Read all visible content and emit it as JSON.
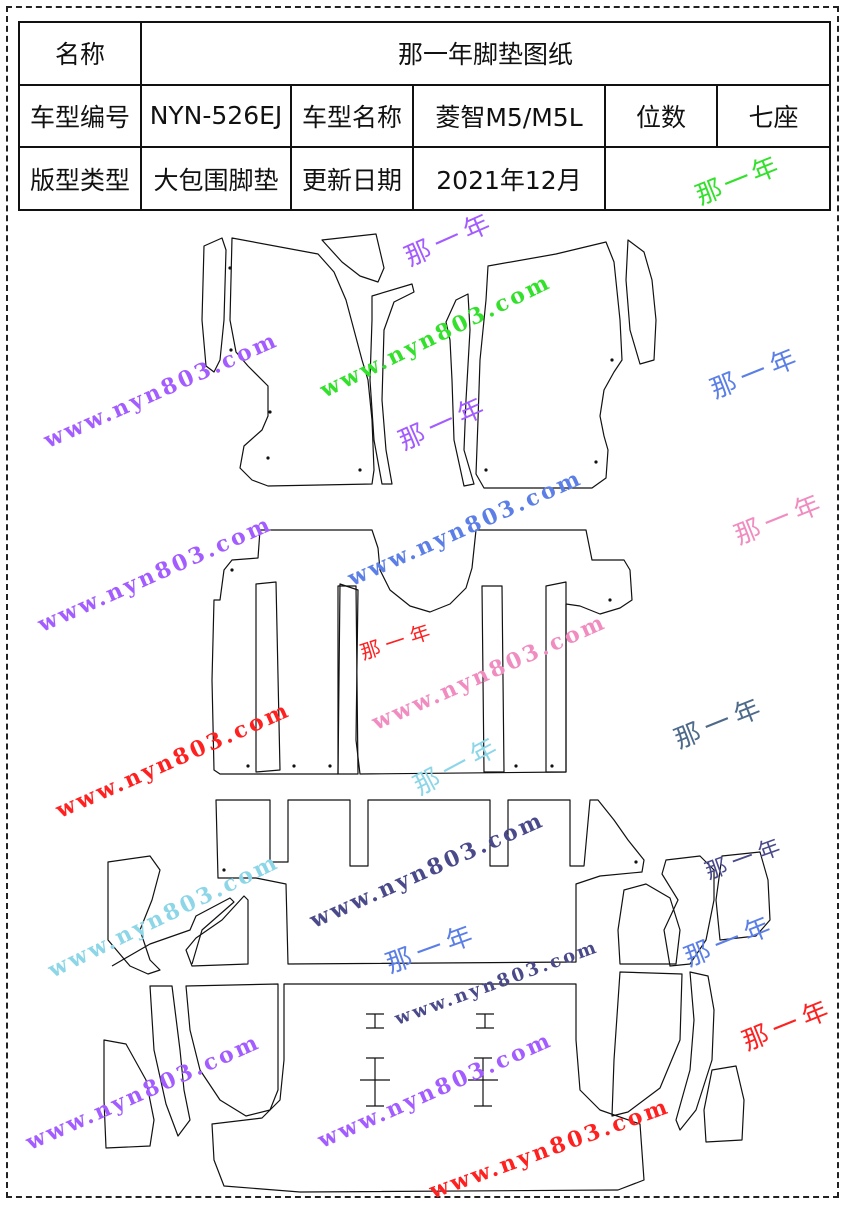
{
  "header": {
    "title_label": "名称",
    "title_value": "那一年脚垫图纸",
    "code_label": "车型编号",
    "code_value": "NYN-526EJ",
    "model_label": "车型名称",
    "model_value": "菱智M5/M5L",
    "seats_label": "位数",
    "seats_value": "七座",
    "type_label": "版型类型",
    "type_value": "大包围脚垫",
    "date_label": "更新日期",
    "date_value": "2021年12月",
    "cell_watermark": "那一年"
  },
  "watermarks": {
    "url_text": "www.nyn803.com",
    "cn_text": "那一年",
    "colors": {
      "violet": "#a35cff",
      "green": "#33e02b",
      "blue": "#5b7fe6",
      "pink": "#f08cc0",
      "red": "#ff2020",
      "navy": "#4a4a8a",
      "teal": "#8cd6e8",
      "slate": "#4e6a8a"
    }
  }
}
